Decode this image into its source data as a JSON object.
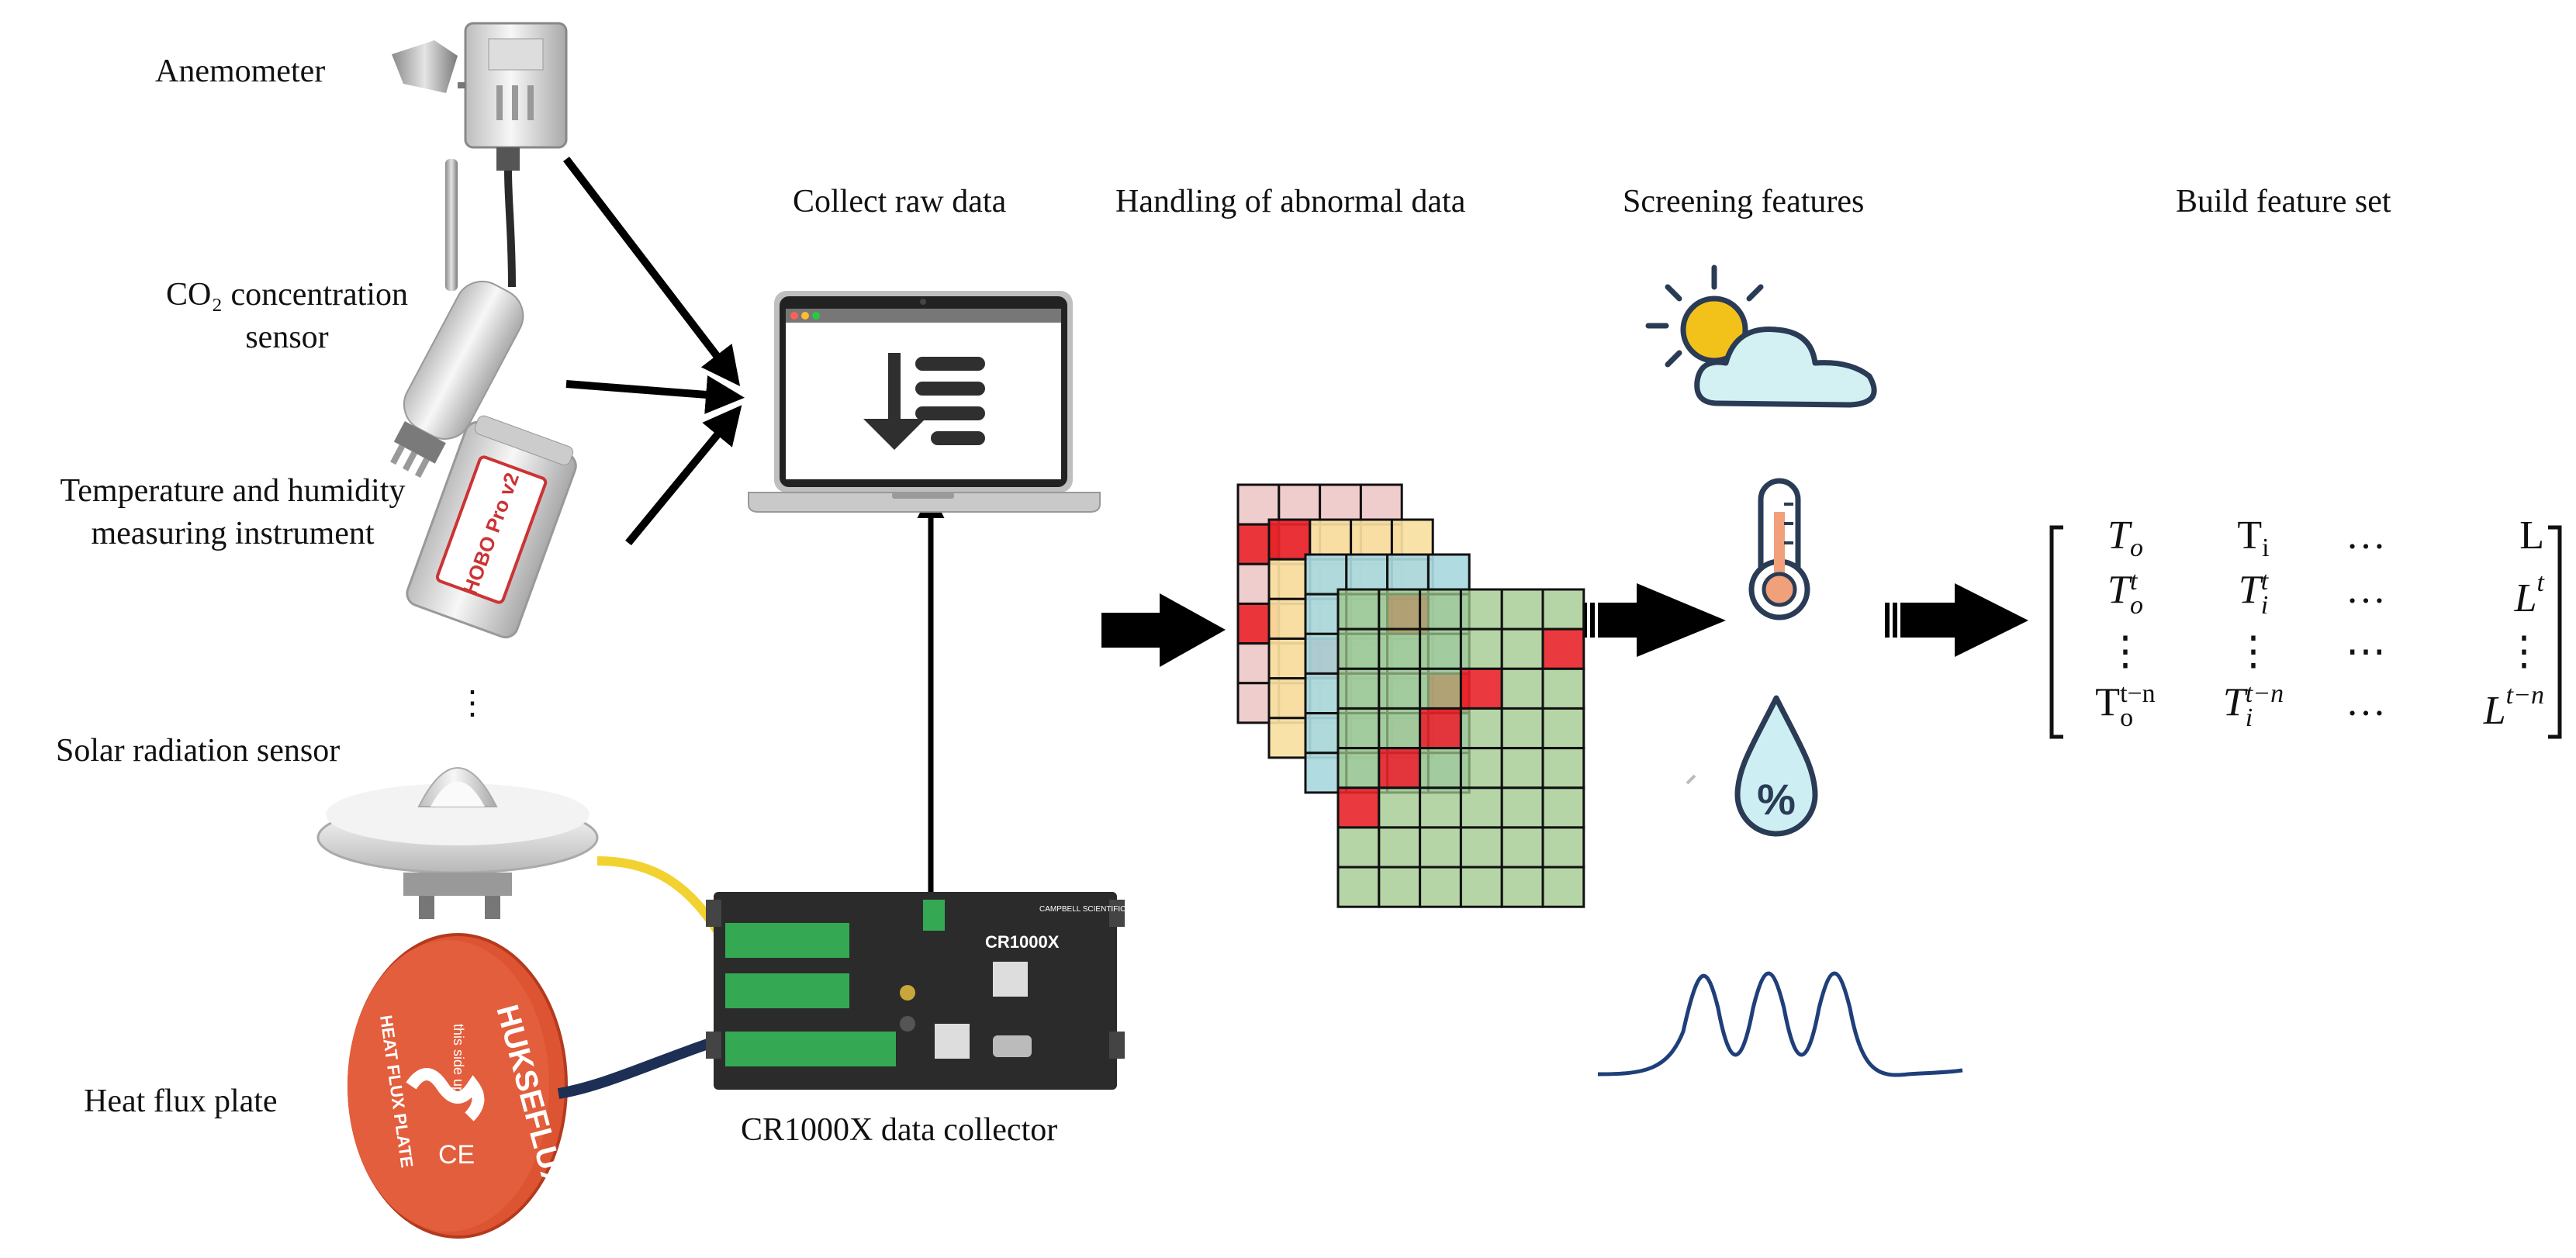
{
  "labels": {
    "anemometer": "Anemometer",
    "co2_line1": "CO₂ concentration",
    "co2_line2": "sensor",
    "temp_line1": "Temperature and humidity",
    "temp_line2": "measuring instrument",
    "ellipsis": "⋮",
    "solar": "Solar radiation sensor",
    "heat_flux": "Heat flux plate",
    "collector": "CR1000X data collector",
    "stage1": "Collect raw data",
    "stage2": "Handling of abnormal data",
    "stage3": "Screening features",
    "stage4": "Build feature set"
  },
  "device_text": {
    "brand": "CAMPBELL SCIENTIFIC",
    "model": "CR1000X",
    "plate_brand": "HUKSEFLUX",
    "plate_name": "HEAT FLUX PLATE",
    "plate_side": "this side up",
    "ce_mark": "CE",
    "hobo": "HOBO Pro v2"
  },
  "matrix": {
    "rows": [
      [
        {
          "base": "T",
          "sub": "o",
          "sup": "",
          "italic": true
        },
        {
          "base": "T",
          "sub": "i",
          "sup": "",
          "italic": false
        },
        {
          "base": "…",
          "sub": "",
          "sup": "",
          "italic": false
        },
        {
          "base": "L",
          "sub": "",
          "sup": "",
          "italic": false
        }
      ],
      [
        {
          "base": "T",
          "sub": "o",
          "sup": "t",
          "italic": true
        },
        {
          "base": "T",
          "sub": "i",
          "sup": "t",
          "italic": true
        },
        {
          "base": "…",
          "sub": "",
          "sup": "",
          "italic": false
        },
        {
          "base": "L",
          "sub": "",
          "sup": "t",
          "italic": true
        }
      ],
      [
        {
          "base": "⋮",
          "sub": "",
          "sup": "",
          "italic": false
        },
        {
          "base": "⋮",
          "sub": "",
          "sup": "",
          "italic": false
        },
        {
          "base": "⋯",
          "sub": "",
          "sup": "",
          "italic": false
        },
        {
          "base": "⋮",
          "sub": "",
          "sup": "",
          "italic": false
        }
      ],
      [
        {
          "base": "T",
          "sub": "o",
          "sup": "t−n",
          "italic": false
        },
        {
          "base": "T",
          "sub": "i",
          "sup": "t−n",
          "italic": true
        },
        {
          "base": "…",
          "sub": "",
          "sup": "",
          "italic": false
        },
        {
          "base": "L",
          "sub": "",
          "sup": "t−n",
          "italic": true
        }
      ]
    ]
  },
  "colors": {
    "sheet1": "#eec9c9",
    "sheet2": "#f8dfa0",
    "sheet3": "#a8d8de",
    "sheet4": "#9dc78a",
    "highlight": "#e8242a",
    "cloud": "#d3f0f3",
    "sun": "#f2c21b",
    "thermo": "#f0a07a",
    "drop": "#cdeef3",
    "curve": "#1f3f7a",
    "plate": "#dd5433",
    "terminal": "#34a853"
  },
  "icons": [
    "anemometer-icon",
    "co2-sensor-icon",
    "hobo-logger-icon",
    "pyranometer-icon",
    "heat-flux-plate-icon",
    "data-logger-icon",
    "laptop-icon",
    "download-list-icon",
    "weather-icon",
    "thermometer-icon",
    "humidity-drop-icon",
    "signal-curve-icon"
  ]
}
